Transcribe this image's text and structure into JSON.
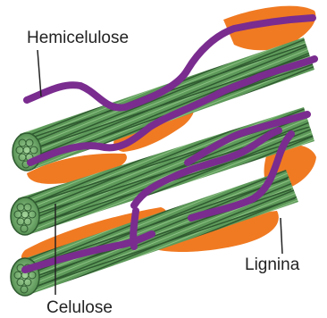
{
  "labels": {
    "hemicellulose": "Hemicelulose",
    "lignin": "Lignina",
    "cellulose": "Celulose"
  },
  "colors": {
    "cellulose_fiber": "#5e9a5a",
    "cellulose_dark": "#2f5a30",
    "cellulose_light": "#8cc184",
    "hemicellulose": "#7a2c8f",
    "lignin": "#f07a22",
    "label_text": "#222222",
    "leader_line": "#222222"
  }
}
